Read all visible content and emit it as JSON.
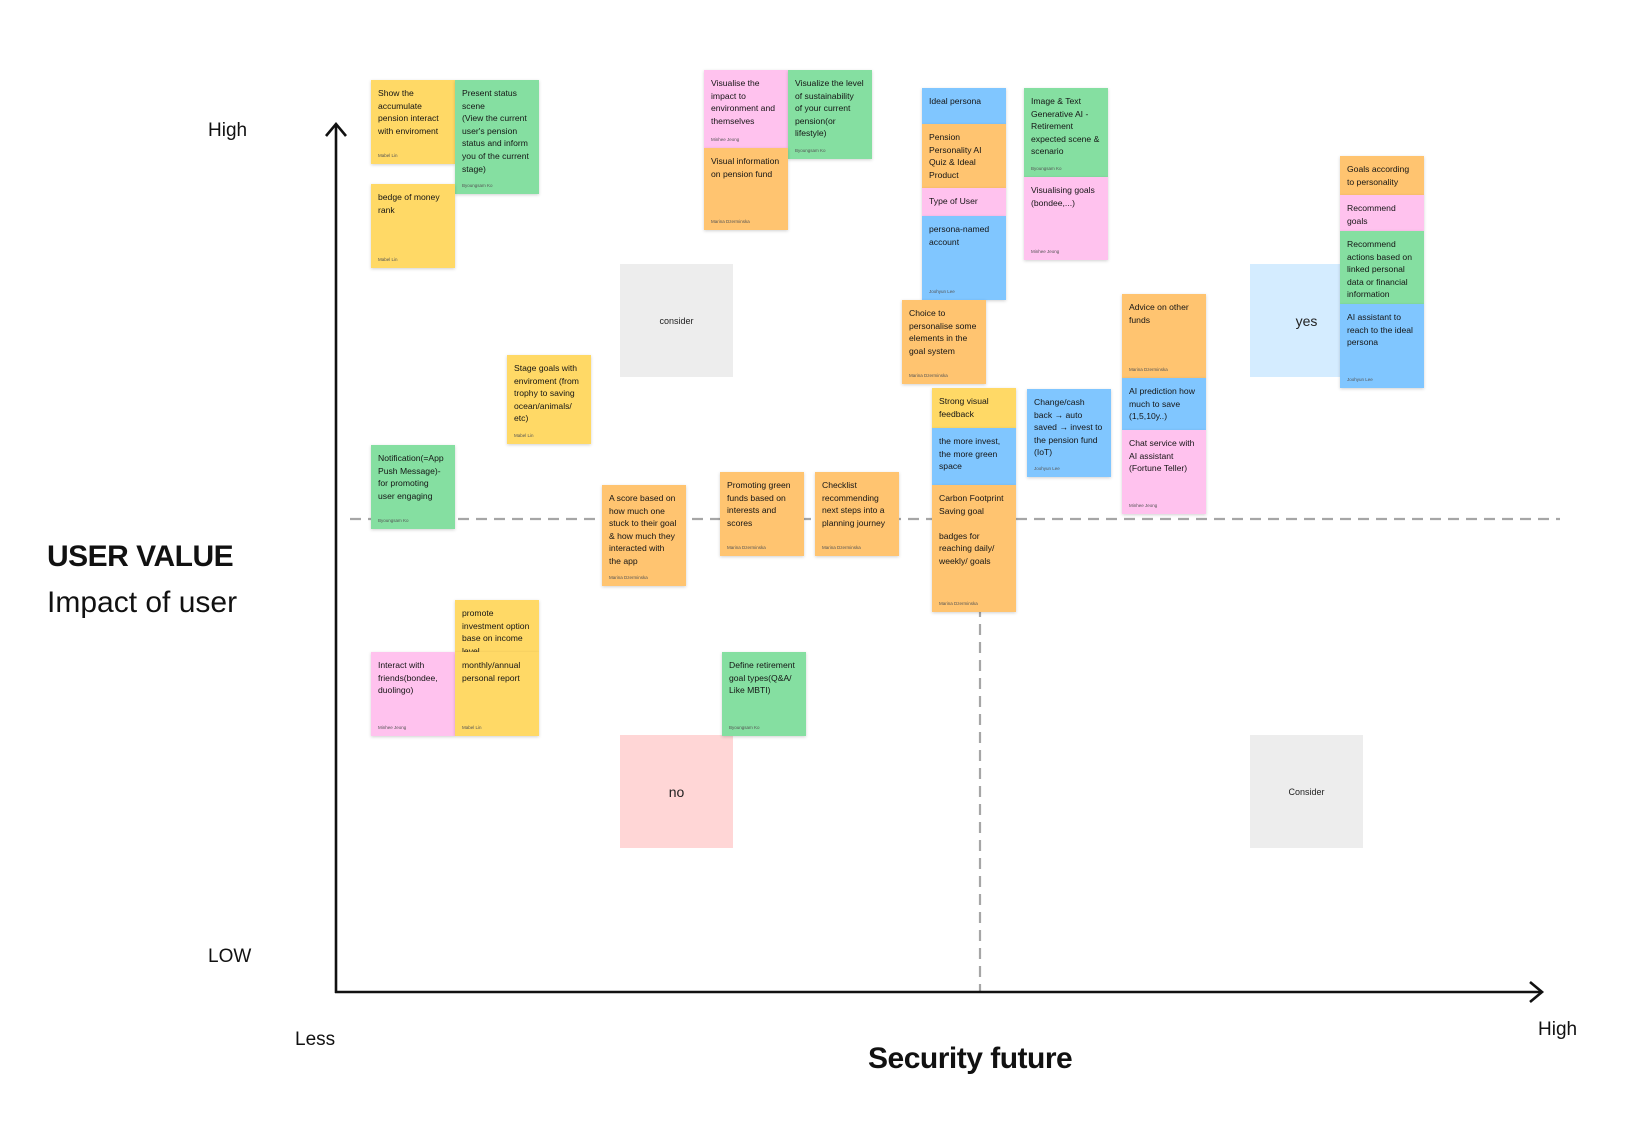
{
  "colors": {
    "yellow": "#FFD966",
    "green": "#85DFA1",
    "pink": "#FFC2EE",
    "orange": "#FFC470",
    "blue": "#80C6FF",
    "grey_area": "#EDEDED",
    "red_area": "#FFD6D6",
    "blue_area": "#D4ECFF",
    "axis": "#111111",
    "divider": "#A6A6A6"
  },
  "axis": {
    "y_high": "High",
    "y_low": "LOW",
    "y_title": "USER VALUE",
    "y_subtitle": "Impact of user",
    "x_less": "Less",
    "x_high": "High",
    "x_title": "Security future"
  },
  "areas": [
    {
      "text": "consider",
      "color": "grey_area"
    },
    {
      "text": "no",
      "color": "red_area"
    },
    {
      "text": "yes",
      "color": "blue_area"
    },
    {
      "text": "Consider",
      "color": "grey_area"
    }
  ],
  "notes": [
    {
      "text": "Show the\naccumulate\npension interact\nwith enviroment",
      "author": "Mabel Lin",
      "color": "yellow"
    },
    {
      "text": "Present status\nscene\n(View the current\nuser's pension\nstatus and inform\nyou of the current\nstage)",
      "author": "Byoungsam Ko",
      "color": "green"
    },
    {
      "text": "bedge of money\nrank",
      "author": "Mabel Lin",
      "color": "yellow"
    },
    {
      "text": "Visualise the\nimpact to\nenvironment and\nthemselves",
      "author": "Minhee Jeong",
      "color": "pink"
    },
    {
      "text": "Visualize the level\nof sustainability\nof your current\npension(or\nlifestyle)",
      "author": "Byoungsam Ko",
      "color": "green"
    },
    {
      "text": "Visual information\non pension fund",
      "author": "Marina Dzerminska",
      "color": "orange"
    },
    {
      "text": "Ideal persona",
      "author": "",
      "color": "blue"
    },
    {
      "text": "Pension\nPersonality AI\nQuiz & Ideal\nProduct",
      "author": "",
      "color": "orange"
    },
    {
      "text": "Type of User",
      "author": "",
      "color": "pink"
    },
    {
      "text": "persona-named\naccount",
      "author": "Joohyun Lee",
      "color": "blue"
    },
    {
      "text": "Image & Text\nGenerative AI -\nRetirement\nexpected scene &\nscenario",
      "author": "Byoungsam Ko",
      "color": "green"
    },
    {
      "text": "Visualising goals\n(bondee,...)",
      "author": "Minhee Jeong",
      "color": "pink"
    },
    {
      "text": "Goals according\nto personality",
      "author": "",
      "color": "orange"
    },
    {
      "text": "Recommend\ngoals",
      "author": "",
      "color": "pink"
    },
    {
      "text": "Recommend\nactions based on\nlinked personal\ndata or financial\ninformation",
      "author": "",
      "color": "green"
    },
    {
      "text": "AI assistant to\nreach to the ideal\npersona",
      "author": "Joohyun Lee",
      "color": "blue"
    },
    {
      "text": "Choice to\npersonalise some\nelements in the\ngoal system",
      "author": "Marina Dzerminska",
      "color": "orange"
    },
    {
      "text": "Advice on other\nfunds",
      "author": "Marina Dzerminska",
      "color": "orange"
    },
    {
      "text": "Stage goals with\nenviroment (from\ntrophy to saving\nocean/animals/\netc)",
      "author": "Mabel Lin",
      "color": "yellow"
    },
    {
      "text": "Strong visual\nfeedback",
      "author": "",
      "color": "yellow"
    },
    {
      "text": "the more invest,\nthe more green\nspace",
      "author": "",
      "color": "blue"
    },
    {
      "text": "Carbon Footprint\nSaving goal\n\nbadges for\nreaching daily/\nweekly/ goals",
      "author": "Marina Dzerminska",
      "color": "orange"
    },
    {
      "text": "Change/cash\nback → auto\nsaved → invest to\nthe pension fund\n(IoT)",
      "author": "Joohyun Lee",
      "color": "blue"
    },
    {
      "text": "AI prediction how\nmuch to save\n(1,5,10y..)",
      "author": "",
      "color": "blue"
    },
    {
      "text": "Chat service with\nAI assistant\n(Fortune Teller)",
      "author": "Minhee Jeong",
      "color": "pink"
    },
    {
      "text": "Notification(=App\nPush Message)-\nfor promoting\nuser engaging",
      "author": "Byoungsam Ko",
      "color": "green"
    },
    {
      "text": "A score based on\nhow much one\nstuck to their goal\n& how much they\ninteracted with\nthe app",
      "author": "Marina Dzerminska",
      "color": "orange"
    },
    {
      "text": "Promoting green\nfunds based on\ninterests and\nscores",
      "author": "Marina Dzerminska",
      "color": "orange"
    },
    {
      "text": "Checklist\nrecommending\nnext steps into a\nplanning journey",
      "author": "Marina Dzerminska",
      "color": "orange"
    },
    {
      "text": "promote\ninvestment option\nbase on income\nlevel",
      "author": "",
      "color": "yellow"
    },
    {
      "text": "Interact with\nfriends(bondee,\nduolingo)",
      "author": "Minhee Jeong",
      "color": "pink"
    },
    {
      "text": "monthly/annual\npersonal report",
      "author": "Mabel Lin",
      "color": "yellow"
    },
    {
      "text": "Define retirement\ngoal types(Q&A/\nLike MBTI)",
      "author": "Byoungsam Ko",
      "color": "green"
    }
  ]
}
